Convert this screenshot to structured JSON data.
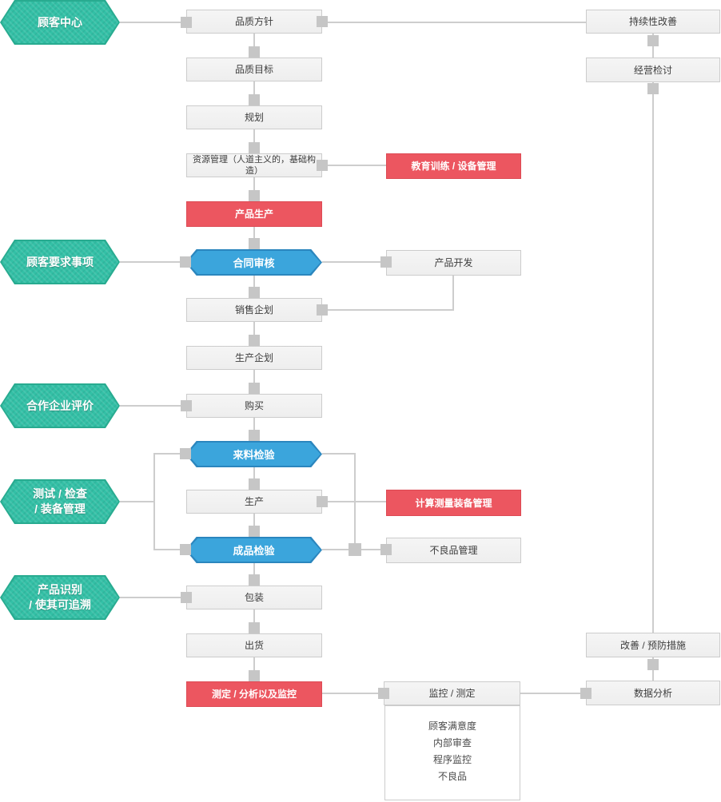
{
  "colors": {
    "teal_fill": "#33C0A6",
    "teal_border": "#28AB90",
    "blue_fill": "#3BA5DC",
    "blue_border": "#2B86BE",
    "red_fill": "#EC5660",
    "red_border": "#DD4A54",
    "gray_fill": "#F1F1F1",
    "gray_border": "#CCCCCC",
    "connector": "#CDCDCD"
  },
  "left_hexagons": [
    {
      "lines": [
        "顾客中心"
      ]
    },
    {
      "lines": [
        "顾客要求事项"
      ]
    },
    {
      "lines": [
        "合作企业评价"
      ]
    },
    {
      "lines": [
        "测试 / 检查",
        "/ 装备管理"
      ]
    },
    {
      "lines": [
        "产品识别",
        "/ 使其可追溯"
      ]
    }
  ],
  "main_flow": [
    {
      "label": "品质方针",
      "type": "step"
    },
    {
      "label": "品质目标",
      "type": "step"
    },
    {
      "label": "规划",
      "type": "step"
    },
    {
      "label": "资源管理（人道主义的，基础构造）",
      "type": "step"
    },
    {
      "label": "产品生产",
      "type": "highlight"
    },
    {
      "label": "合同审核",
      "type": "inspection"
    },
    {
      "label": "销售企划",
      "type": "step"
    },
    {
      "label": "生产企划",
      "type": "step"
    },
    {
      "label": "购买",
      "type": "step"
    },
    {
      "label": "来料检验",
      "type": "inspection"
    },
    {
      "label": "生产",
      "type": "step"
    },
    {
      "label": "成品检验",
      "type": "inspection"
    },
    {
      "label": "包装",
      "type": "step"
    },
    {
      "label": "出货",
      "type": "step"
    },
    {
      "label": "测定 / 分析以及监控",
      "type": "highlight"
    }
  ],
  "side_nodes": [
    {
      "label": "教育训练 / 设备管理",
      "type": "highlight"
    },
    {
      "label": "产品开发",
      "type": "step"
    },
    {
      "label": "计算测量装备管理",
      "type": "highlight"
    },
    {
      "label": "不良品管理",
      "type": "step"
    },
    {
      "label": "监控 / 测定",
      "type": "step"
    }
  ],
  "right_flow": [
    {
      "label": "持续性改善"
    },
    {
      "label": "经营检讨"
    },
    {
      "label": "改善 / 预防措施"
    },
    {
      "label": "数据分析"
    }
  ],
  "monitoring_panel": {
    "items": [
      "顾客满意度",
      "内部审查",
      "程序监控",
      "不良品"
    ]
  }
}
